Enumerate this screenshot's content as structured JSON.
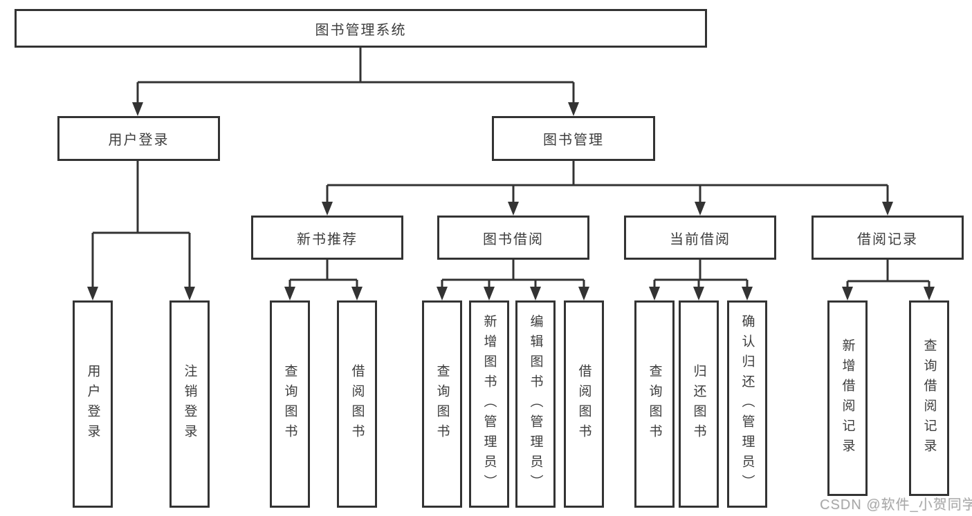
{
  "tree": {
    "root": {
      "label": "图书管理系统"
    },
    "branches": [
      {
        "label": "用户登录",
        "children": [
          {
            "label": "用户登录"
          },
          {
            "label": "注销登录"
          }
        ]
      },
      {
        "label": "图书管理",
        "groups": [
          {
            "label": "新书推荐",
            "children": [
              {
                "label": "查询图书"
              },
              {
                "label": "借阅图书"
              }
            ]
          },
          {
            "label": "图书借阅",
            "children": [
              {
                "label": "查询图书"
              },
              {
                "label": "新增图书（管理员）"
              },
              {
                "label": "编辑图书（管理员）"
              },
              {
                "label": "借阅图书"
              }
            ]
          },
          {
            "label": "当前借阅",
            "children": [
              {
                "label": "查询图书"
              },
              {
                "label": "归还图书"
              },
              {
                "label": "确认归还（管理员）"
              }
            ]
          },
          {
            "label": "借阅记录",
            "children": [
              {
                "label": "新增借阅记录"
              },
              {
                "label": "查询借阅记录"
              }
            ]
          }
        ]
      }
    ]
  },
  "watermark": {
    "text": "CSDN @软件_小贺同学"
  },
  "colors": {
    "line": "#333333",
    "text": "#3d3d3d",
    "box_background": "#ffffff",
    "page_background": "#ffffff",
    "watermark": "#a8a8a8"
  }
}
